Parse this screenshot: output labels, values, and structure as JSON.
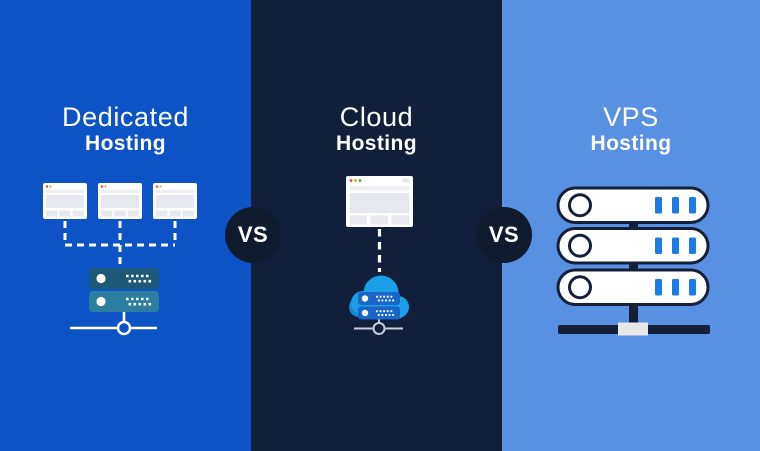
{
  "panels": [
    {
      "id": "dedicated-hosting",
      "title_line1": "Dedicated",
      "title_line2": "Hosting",
      "background": "#0d53c5",
      "icons": [
        "browser-window-icon",
        "browser-window-icon",
        "browser-window-icon",
        "dashed-connector",
        "dedicated-server-icon",
        "network-node-icon"
      ]
    },
    {
      "id": "cloud-hosting",
      "title_line1": "Cloud",
      "title_line2": "Hosting",
      "background": "#121f3b",
      "icons": [
        "browser-window-icon",
        "dashed-connector",
        "cloud-icon",
        "cloud-server-icon",
        "network-node-icon"
      ]
    },
    {
      "id": "vps-hosting",
      "title_line1": "VPS",
      "title_line2": "Hosting",
      "background": "#5890e2",
      "icons": [
        "server-rack-icon"
      ]
    }
  ],
  "vs_badges": [
    {
      "label": "VS"
    },
    {
      "label": "VS"
    }
  ],
  "colors": {
    "panel_dedicated_bg": "#0d53c5",
    "panel_cloud_bg": "#121f3b",
    "panel_vps_bg": "#5890e2",
    "vs_badge_bg": "#101b2d",
    "title_text": "#ffffff",
    "dedicated_server_top": "#1d5878",
    "dedicated_server_bottom": "#2c7da0",
    "cloud_blue": "#1b9fe8",
    "cloud_bump_blue": "#1784d4",
    "cloud_server_blue": "#1a66c8",
    "vps_bar_blue": "#1b7ce8",
    "vps_outline_navy": "#14203a",
    "rack_junction_grey": "#e8e8e8",
    "connector_white": "#ffffff",
    "connector_grey": "#c7cfd8",
    "window_block_grey": "#e6e9ef"
  }
}
